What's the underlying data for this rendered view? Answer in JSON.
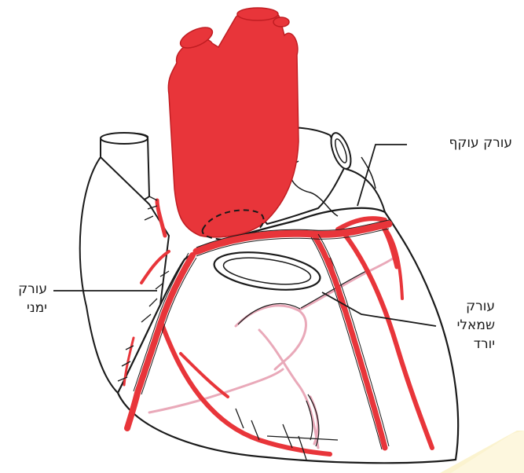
{
  "labels": {
    "circumflex": "עורק עוקף",
    "right_coronary": [
      "עורק",
      "ימני"
    ],
    "lad": [
      "עורק",
      "שמאלי",
      "יורד"
    ]
  },
  "colors": {
    "artery": "#e8353a",
    "artery_dark": "#c01d22",
    "vein": "#e9a9b9",
    "outline": "#1a1a1a",
    "watermark": "#fbf3cf"
  }
}
